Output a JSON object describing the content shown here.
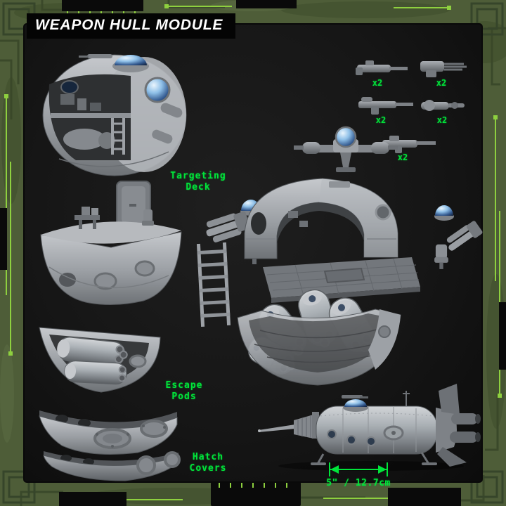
{
  "header": {
    "title": "WEAPON HULL MODULE"
  },
  "callouts": {
    "targeting_deck": "Targeting\nDeck",
    "escape_pods": "Escape\nPods",
    "hatch_covers": "Hatch\nCovers"
  },
  "weapon_quantities": [
    "x2",
    "x2",
    "x2",
    "x2",
    "x2"
  ],
  "measurement": {
    "label": "5\" / 12.7cm"
  },
  "colors": {
    "accent_green": "#00e43a",
    "frame_olive": "#4e5d38",
    "circuit_bright_green": "#8ed03f",
    "panel_background": "#161616",
    "banner_background": "#040404",
    "banner_text": "#ffffff",
    "model_grey": "#9a9ea3",
    "dome_blue": "#33598f"
  },
  "renders": [
    "cutaway-hull-module",
    "weapon-sprues",
    "turret-assembly",
    "targeting-deck-module",
    "boarding-ladder",
    "arch-hull-shell",
    "deck-plate",
    "escape-pod-bay",
    "escape-pod-bay-side",
    "hatch-cover-shells",
    "assembled-ship"
  ]
}
